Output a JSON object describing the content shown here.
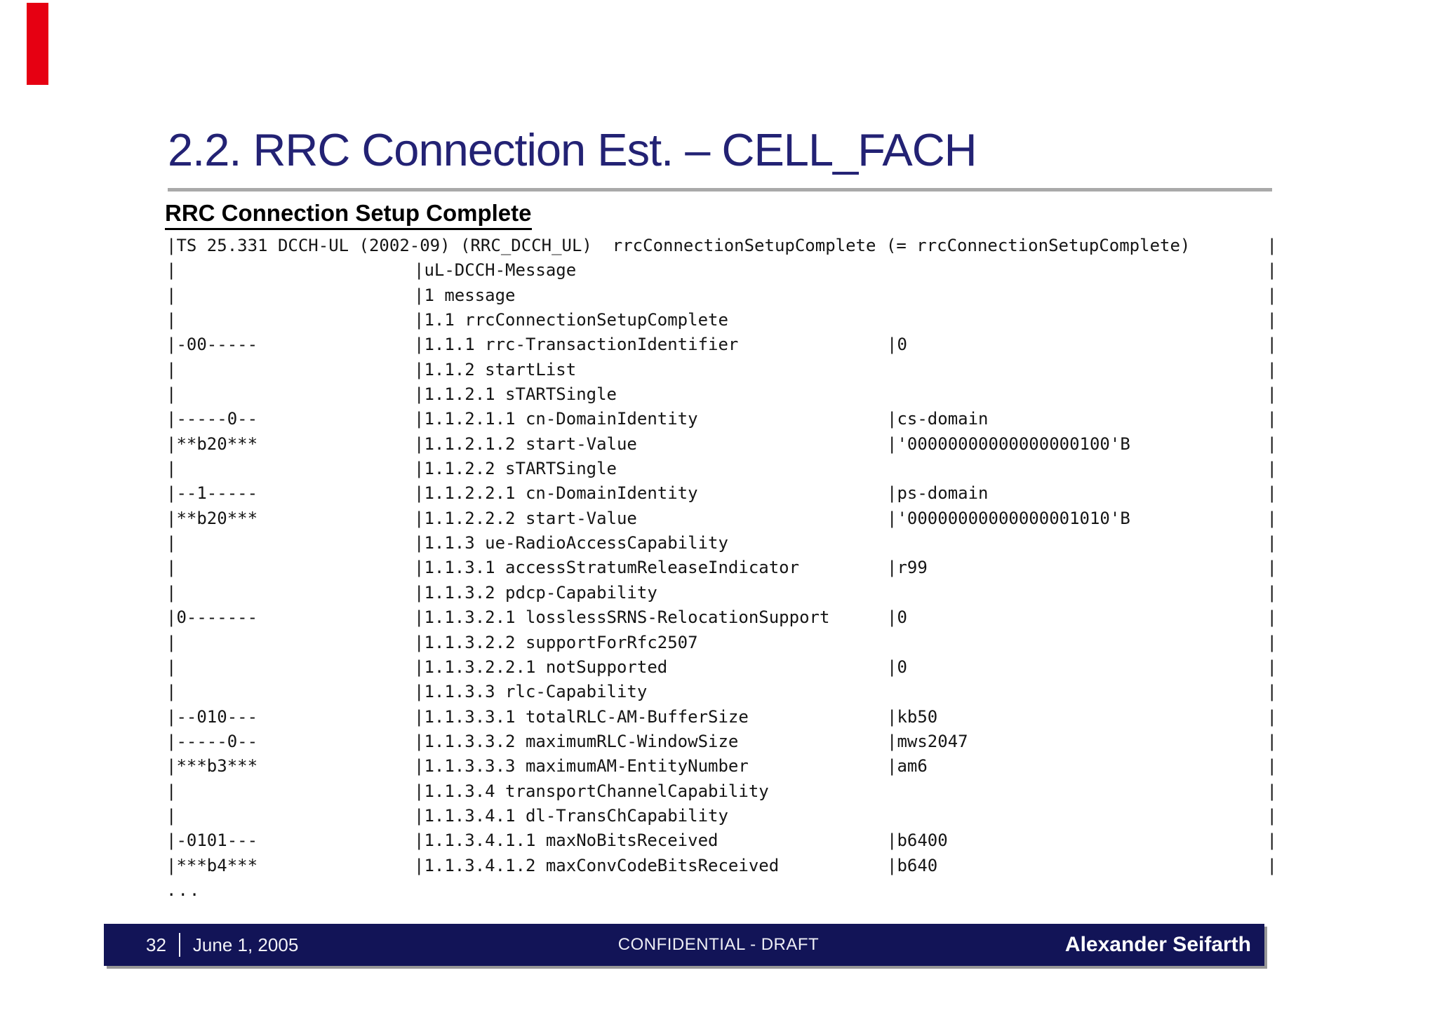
{
  "colors": {
    "title_navy": "#232274",
    "footer_navy": "#121457",
    "red_marker": "#e60012",
    "rule_gray": "#a9a9a9"
  },
  "header": {
    "title": "2.2. RRC Connection Est. – CELL_FACH"
  },
  "section": {
    "heading": "RRC Connection Setup Complete"
  },
  "trace": {
    "header_line": "TS 25.331 DCCH-UL (2002-09) (RRC_DCCH_UL)  rrcConnectionSetupComplete (= rrcConnectionSetupComplete)",
    "rows": [
      {
        "bits": "",
        "name": "uL-DCCH-Message",
        "value": ""
      },
      {
        "bits": "",
        "name": "1 message",
        "value": ""
      },
      {
        "bits": "",
        "name": "1.1 rrcConnectionSetupComplete",
        "value": ""
      },
      {
        "bits": "-00-----",
        "name": "1.1.1 rrc-TransactionIdentifier",
        "value": "0"
      },
      {
        "bits": "",
        "name": "1.1.2 startList",
        "value": ""
      },
      {
        "bits": "",
        "name": "1.1.2.1 sTARTSingle",
        "value": ""
      },
      {
        "bits": "-----0--",
        "name": "1.1.2.1.1 cn-DomainIdentity",
        "value": "cs-domain"
      },
      {
        "bits": "**b20***",
        "name": "1.1.2.1.2 start-Value",
        "value": "'00000000000000000100'B"
      },
      {
        "bits": "",
        "name": "1.1.2.2 sTARTSingle",
        "value": ""
      },
      {
        "bits": "--1-----",
        "name": "1.1.2.2.1 cn-DomainIdentity",
        "value": "ps-domain"
      },
      {
        "bits": "**b20***",
        "name": "1.1.2.2.2 start-Value",
        "value": "'00000000000000001010'B"
      },
      {
        "bits": "",
        "name": "1.1.3 ue-RadioAccessCapability",
        "value": ""
      },
      {
        "bits": "",
        "name": "1.1.3.1 accessStratumReleaseIndicator",
        "value": "r99"
      },
      {
        "bits": "",
        "name": "1.1.3.2 pdcp-Capability",
        "value": ""
      },
      {
        "bits": "0-------",
        "name": "1.1.3.2.1 losslessSRNS-RelocationSupport",
        "value": "0"
      },
      {
        "bits": "",
        "name": "1.1.3.2.2 supportForRfc2507",
        "value": ""
      },
      {
        "bits": "",
        "name": "1.1.3.2.2.1 notSupported",
        "value": "0"
      },
      {
        "bits": "",
        "name": "1.1.3.3 rlc-Capability",
        "value": ""
      },
      {
        "bits": "--010---",
        "name": "1.1.3.3.1 totalRLC-AM-BufferSize",
        "value": "kb50"
      },
      {
        "bits": "-----0--",
        "name": "1.1.3.3.2 maximumRLC-WindowSize",
        "value": "mws2047"
      },
      {
        "bits": "***b3***",
        "name": "1.1.3.3.3 maximumAM-EntityNumber",
        "value": "am6"
      },
      {
        "bits": "",
        "name": "1.1.3.4 transportChannelCapability",
        "value": ""
      },
      {
        "bits": "",
        "name": "1.1.3.4.1 dl-TransChCapability",
        "value": ""
      },
      {
        "bits": "-0101---",
        "name": "1.1.3.4.1.1 maxNoBitsReceived",
        "value": "b6400"
      },
      {
        "bits": "***b4***",
        "name": "1.1.3.4.1.2 maxConvCodeBitsReceived",
        "value": "b640"
      }
    ],
    "ellipsis": "..."
  },
  "footer": {
    "page_number": "32",
    "date": "June 1, 2005",
    "classification": "CONFIDENTIAL - DRAFT",
    "author": "Alexander Seifarth"
  }
}
